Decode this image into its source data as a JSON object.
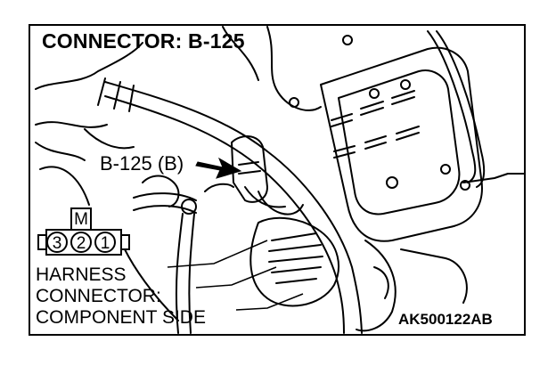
{
  "diagram": {
    "title": "CONNECTOR: B-125",
    "callout_label": "B-125 (B)",
    "connector_key": "M",
    "pins": [
      "3",
      "2",
      "1"
    ],
    "harness_lines": [
      "HARNESS",
      "CONNECTOR:",
      "COMPONENT SIDE"
    ],
    "figure_code": "AK500122AB"
  }
}
